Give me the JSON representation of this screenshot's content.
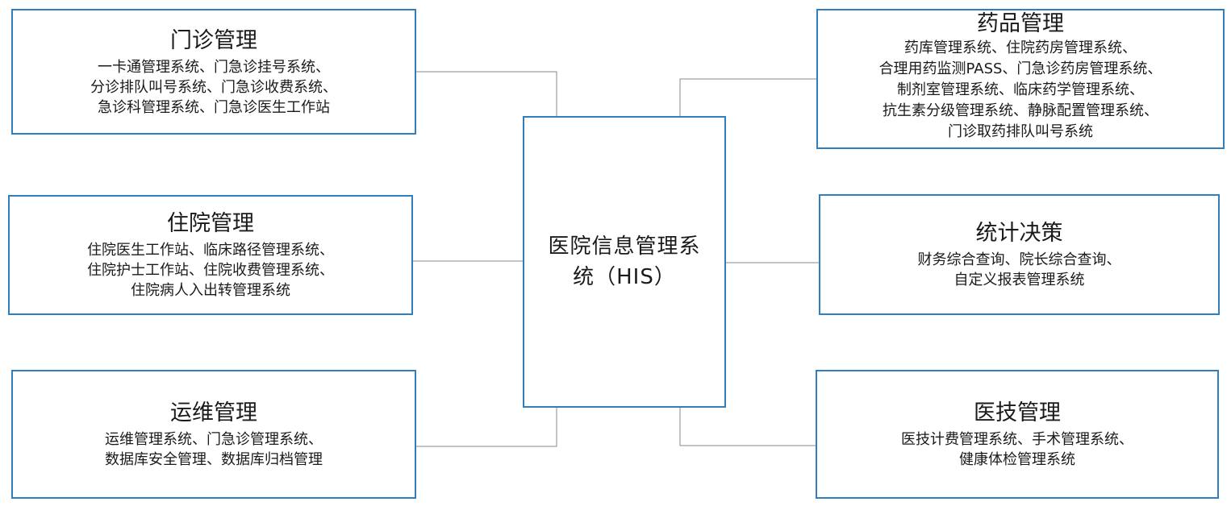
{
  "center": {
    "line1": "医院信息管理系",
    "line2": "统（HIS）"
  },
  "modules": {
    "menzhen": {
      "title": "门诊管理",
      "lines": [
        "一卡通管理系统、门急诊挂号系统、",
        "分诊排队叫号系统、门急诊收费系统、",
        "急诊科管理系统、门急诊医生工作站"
      ]
    },
    "zhuyuan": {
      "title": "住院管理",
      "lines": [
        "住院医生工作站、临床路径管理系统、",
        "住院护士工作站、住院收费管理系统、",
        "住院病人入出转管理系统"
      ]
    },
    "yunwei": {
      "title": "运维管理",
      "lines": [
        "运维管理系统、门急诊管理系统、",
        "数据库安全管理、数据库归档管理"
      ]
    },
    "yaopin": {
      "title": "药品管理",
      "lines": [
        "药库管理系统、住院药房管理系统、",
        "合理用药监测PASS、门急诊药房管理系统、",
        "制剂室管理系统、临床药学管理系统、",
        "抗生素分级管理系统、静脉配置管理系统、",
        "门诊取药排队叫号系统"
      ]
    },
    "tongji": {
      "title": "统计决策",
      "lines": [
        "财务综合查询、院长综合查询、",
        "自定义报表管理系统"
      ]
    },
    "yiji": {
      "title": "医技管理",
      "lines": [
        "医技计费管理系统、手术管理系统、",
        "健康体检管理系统"
      ]
    }
  },
  "colors": {
    "box_border": "#2f7ebf",
    "connector": "#8a8a8a",
    "text": "#1a1a1a"
  }
}
